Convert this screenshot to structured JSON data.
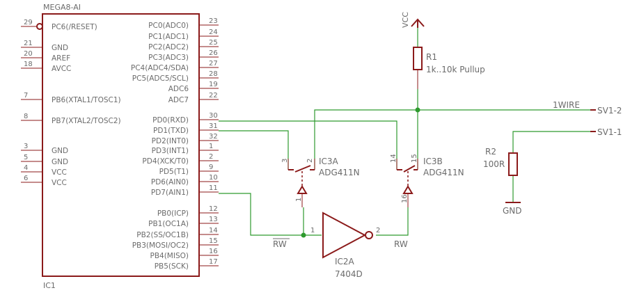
{
  "ic1": {
    "type": "MEGA8-AI",
    "name": "IC1",
    "left_pins": [
      {
        "num": "29",
        "label": "PC6(/RESET)"
      },
      {
        "num": "21",
        "label": "GND"
      },
      {
        "num": "20",
        "label": "AREF"
      },
      {
        "num": "18",
        "label": "AVCC"
      },
      {
        "num": "7",
        "label": "PB6(XTAL1/TOSC1)"
      },
      {
        "num": "8",
        "label": "PB7(XTAL2/TOSC2)"
      },
      {
        "num": "3",
        "label": "GND"
      },
      {
        "num": "5",
        "label": "GND"
      },
      {
        "num": "4",
        "label": "VCC"
      },
      {
        "num": "6",
        "label": "VCC"
      }
    ],
    "right_pins": [
      {
        "num": "23",
        "label": "PC0(ADC0)"
      },
      {
        "num": "24",
        "label": "PC1(ADC1)"
      },
      {
        "num": "25",
        "label": "PC2(ADC2)"
      },
      {
        "num": "26",
        "label": "PC3(ADC3)"
      },
      {
        "num": "27",
        "label": "PC4(ADC4/SDA)"
      },
      {
        "num": "28",
        "label": "PC5(ADC5/SCL)"
      },
      {
        "num": "19",
        "label": "ADC6"
      },
      {
        "num": "22",
        "label": "ADC7"
      },
      {
        "num": "30",
        "label": "PD0(RXD)"
      },
      {
        "num": "31",
        "label": "PD1(TXD)"
      },
      {
        "num": "32",
        "label": "PD2(INT0)"
      },
      {
        "num": "1",
        "label": "PD3(INT1)"
      },
      {
        "num": "2",
        "label": "PD4(XCK/T0)"
      },
      {
        "num": "9",
        "label": "PD5(T1)"
      },
      {
        "num": "10",
        "label": "PD6(AIN0)"
      },
      {
        "num": "11",
        "label": "PD7(AIN1)"
      },
      {
        "num": "12",
        "label": "PB0(ICP)"
      },
      {
        "num": "13",
        "label": "PB1(OC1A)"
      },
      {
        "num": "14",
        "label": "PB2(SS/OC1B)"
      },
      {
        "num": "15",
        "label": "PB3(MOSI/OC2)"
      },
      {
        "num": "16",
        "label": "PB4(MISO)"
      },
      {
        "num": "17",
        "label": "PB5(SCK)"
      }
    ]
  },
  "ic3a": {
    "name": "IC3A",
    "type": "ADG411N",
    "pin_left": "3",
    "pin_right": "2",
    "pin_ctrl": "1"
  },
  "ic3b": {
    "name": "IC3B",
    "type": "ADG411N",
    "pin_left": "14",
    "pin_right": "15",
    "pin_ctrl": "16"
  },
  "ic2a": {
    "name": "IC2A",
    "type": "7404D",
    "pin_in": "1",
    "pin_out": "2"
  },
  "r1": {
    "name": "R1",
    "value": "1k..10k Pullup"
  },
  "r2": {
    "name": "R2",
    "value": "100R"
  },
  "power": {
    "vcc": "VCC",
    "gnd": "GND"
  },
  "nets": {
    "onewire": "1WIRE",
    "rw": "RW",
    "rw_bar": "RW"
  },
  "connectors": {
    "sv1_2": "SV1-2",
    "sv1_1": "SV1-1"
  },
  "colors": {
    "symbol": "#8b1a1a",
    "wire": "#2e9a2e",
    "text": "#6b6b6b"
  }
}
